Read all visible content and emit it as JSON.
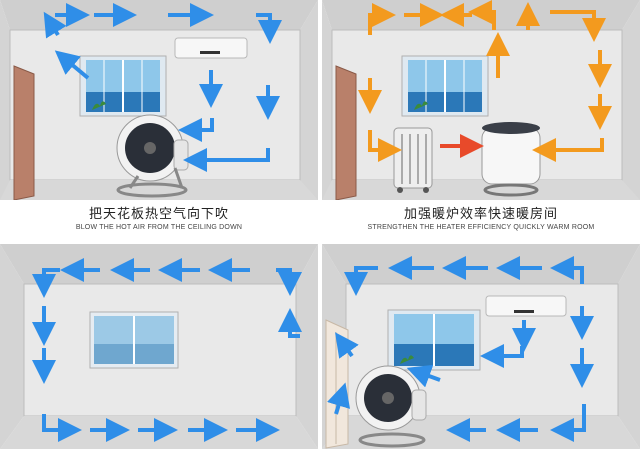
{
  "panels": [
    {
      "caption_zh": "把天花板热空气向下吹",
      "caption_en": "BLOW THE HOT AIR FROM THE CEILING DOWN",
      "arrow_color": "#2f8ee8"
    },
    {
      "caption_zh": "加强暖炉效率快速暖房间",
      "caption_en": "STRENGTHEN THE HEATER EFFICIENCY QUICKLY WARM ROOM",
      "arrow_color": "#f39a1e",
      "heater_arrow_color": "#e84a2a"
    },
    {
      "arrow_color": "#2f8ee8"
    },
    {
      "arrow_color": "#2f8ee8"
    }
  ],
  "icons": {
    "ac": "air-conditioner-icon",
    "fan": "circulator-fan-icon",
    "heater": "oil-radiator-heater-icon",
    "window": "window-icon",
    "door": "door-icon"
  },
  "colors": {
    "wall": "#e9e9e9",
    "floor": "#d8d8d8",
    "sky": "#8ec7ea",
    "sea": "#2b78b8"
  }
}
